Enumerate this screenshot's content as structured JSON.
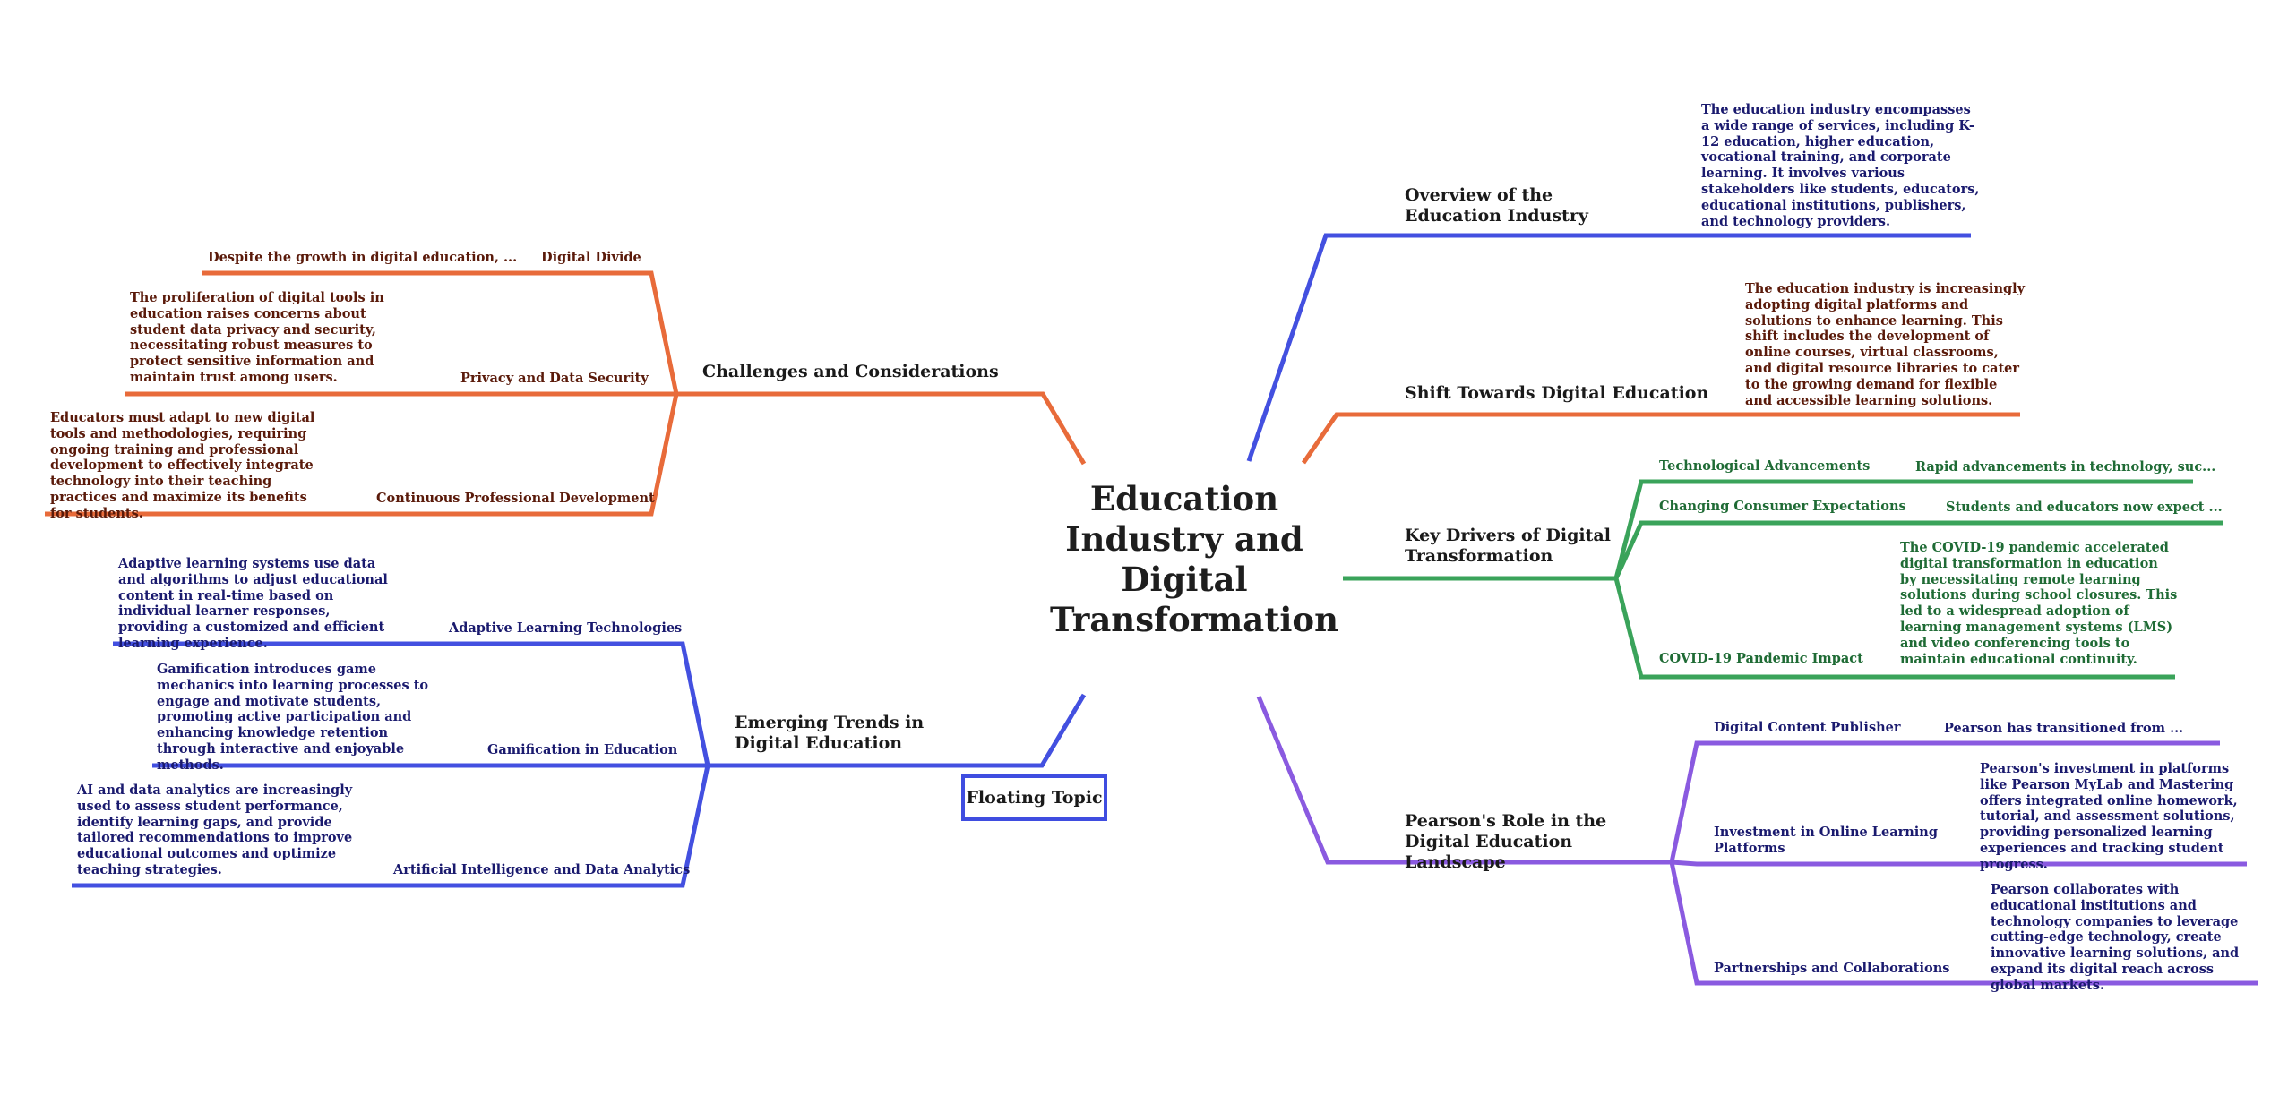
{
  "central": "Education Industry and Digital Transformation",
  "colors": {
    "blue": "#4350e0",
    "orange": "#e86b3a",
    "green": "#3aa35a",
    "purple": "#8a5ae0"
  },
  "branches": {
    "overview": {
      "title": "Overview of the Education Industry",
      "detail": "The education industry encompasses a wide range of services, including K-12 education, higher education, vocational training, and corporate learning. It involves various stakeholders like students, educators, educational institutions, publishers, and technology providers."
    },
    "shift": {
      "title": "Shift Towards Digital Education",
      "detail": "The education industry is increasingly adopting digital platforms and solutions to enhance learning. This shift includes the development of online courses, virtual classrooms, and digital resource libraries to cater to the growing demand for flexible and accessible learning solutions."
    },
    "drivers": {
      "title": "Key Drivers of Digital Transformation",
      "children": [
        {
          "label": "Technological Advancements",
          "detail": "Rapid advancements in technology, suc..."
        },
        {
          "label": "Changing Consumer Expectations",
          "detail": "Students and educators now expect ..."
        },
        {
          "label": "COVID-19 Pandemic Impact",
          "detail": "The COVID-19 pandemic accelerated digital transformation in education by necessitating remote learning solutions during school closures. This led to a widespread adoption of learning management systems (LMS) and video conferencing tools to maintain educational continuity."
        }
      ]
    },
    "pearson": {
      "title": "Pearson's Role in the Digital Education Landscape",
      "children": [
        {
          "label": "Digital Content Publisher",
          "detail": "Pearson has transitioned from ..."
        },
        {
          "label": "Investment in Online Learning Platforms",
          "detail": "Pearson's investment in platforms like Pearson MyLab and Mastering offers integrated online homework, tutorial, and assessment solutions, providing personalized learning experiences and tracking student progress."
        },
        {
          "label": "Partnerships and Collaborations",
          "detail": "Pearson collaborates with educational institutions and technology companies to leverage cutting-edge technology, create innovative learning solutions, and expand its digital reach across global markets."
        }
      ]
    },
    "challenges": {
      "title": "Challenges and Considerations",
      "children": [
        {
          "label": "Digital Divide",
          "detail": "Despite the growth in digital education, ..."
        },
        {
          "label": "Privacy and Data Security",
          "detail": "The proliferation of digital tools in education raises concerns about student data privacy and security, necessitating robust measures to protect sensitive information and maintain trust among users."
        },
        {
          "label": "Continuous Professional Development",
          "detail": "Educators must adapt to new digital tools and methodologies, requiring ongoing training and professional development to effectively integrate technology into their teaching practices and maximize its benefits for students."
        }
      ]
    },
    "trends": {
      "title": "Emerging Trends in Digital Education",
      "children": [
        {
          "label": "Adaptive Learning Technologies",
          "detail": "Adaptive learning systems use data and algorithms to adjust educational content in real-time based on individual learner responses, providing a customized and efficient learning experience."
        },
        {
          "label": "Gamification in Education",
          "detail": "Gamification introduces game mechanics into learning processes to engage and motivate students, promoting active participation and enhancing knowledge retention through interactive and enjoyable methods."
        },
        {
          "label": "Artificial Intelligence and Data Analytics",
          "detail": "AI and data analytics are increasingly used to assess student performance, identify learning gaps, and provide tailored recommendations to improve educational outcomes and optimize teaching strategies."
        }
      ]
    }
  },
  "floating": "Floating Topic"
}
